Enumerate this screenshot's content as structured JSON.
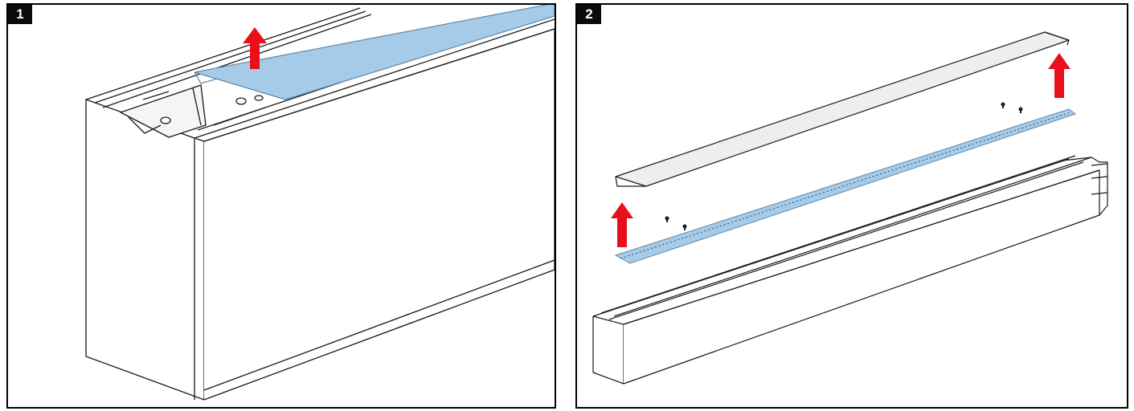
{
  "steps": [
    {
      "number": "1"
    },
    {
      "number": "2"
    }
  ],
  "colors": {
    "highlight_fill": "#a6cbe8",
    "highlight_stroke": "#5f86a6",
    "arrow": "#e8101a",
    "line": "#1a1a1a",
    "cover_fill": "#eeeeee"
  },
  "icons": {
    "lift_arrow": "red-up-arrow",
    "fastener": "screw-icon"
  }
}
